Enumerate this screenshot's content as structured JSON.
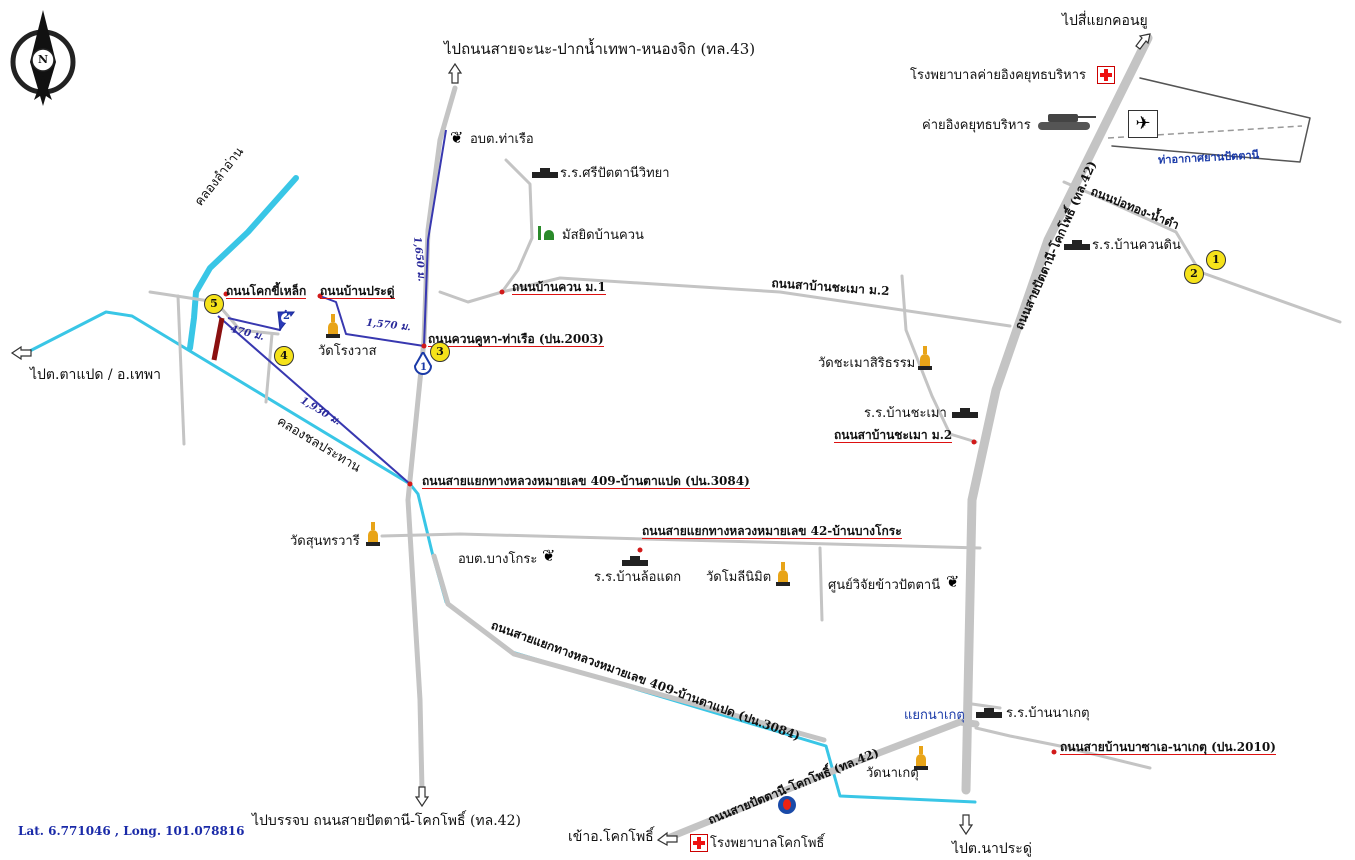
{
  "compass": {
    "letter": "N"
  },
  "destinations": {
    "north_top": "ไปถนนสายจะนะ-ปากน้ำเทพา-หนองจิก (ทล.43)",
    "northeast": "ไปสี่แยกคอนยู",
    "west": "ไปต.ตาแปด / อ.เทพา",
    "south": "ไปบรรจบ ถนนสายปัตตานี-โคกโพธิ์ (ทล.42)",
    "southwest": "เข้าอ.โคกโพธิ์",
    "southeast": "ไปต.นาประดู่"
  },
  "places": {
    "hospital_camp": "โรงพยาบาลค่ายอิงคยุทธบริหาร",
    "camp": "ค่ายอิงคยุทธบริหาร",
    "airport": "ท่าอากาศยานปัตตานี",
    "sao_tharuea": "อบต.ท่าเรือ",
    "school_sri": "ร.ร.ศรีปัตตานีวิทยา",
    "mosque": "มัสยิดบ้านควน",
    "school_kuandin": "ร.ร.บ้านควนดิน",
    "wat_chamao": "วัดชะเมาสิริธรรม",
    "school_chamao": "ร.ร.บ้านชะเมา",
    "wat_rongwat": "วัดโรงวาส",
    "wat_sunthon": "วัดสุนทรวารี",
    "sao_bangkro": "อบต.บางโกระ",
    "school_lodaek": "ร.ร.บ้านล้อแดก",
    "wat_mani": "วัดโมลีนิมิต",
    "rice_center": "ศูนย์วิจัยข้าวปัตตานี",
    "school_naket": "ร.ร.บ้านนาเกตุ",
    "junction_naket": "แยกนาเกตุ",
    "wat_naket": "วัดนาเกตุ",
    "hospital_khokpho": "โรงพยาบาลโคกโพธิ์"
  },
  "roads": {
    "khlong_lam_an": "คลองลำอ่าน",
    "khok_ki_lek": "ถนนโคกขี้เหล็ก",
    "ban_pradu": "ถนนบ้านประดู่",
    "ban_kuan": "ถนนบ้านควน ม.1",
    "ban_chamao_top": "ถนนสาบ้านชะเมา ม.2",
    "ban_chamao_mid": "ถนนสาบ้านชะเมา ม.2",
    "kuan_kuha": "ถนนควนคูหา-ท่าเรือ (ปน.2003)",
    "khlong_chon": "คลองชลประทาน",
    "road_3084": "ถนนสายแยกทางหลวงหมายเลข 409-บ้านตาแปด (ปน.3084)",
    "road_42_bangkro": "ถนนสายแยกทางหลวงหมายเลข 42-บ้านบางโกระ",
    "road_3084_diag": "ถนนสายแยกทางหลวงหมายเลข 409-บ้านตาแปด (ปน.3084)",
    "road_42_main": "ถนนสายปัตตานี-โคกโพธิ์ (ทล.42)",
    "road_42_low": "ถนนสายปัตตานี-โคกโพธิ์ (ทล.42)",
    "bo_thong": "ถนนบ่อทอง-น้ำดำ",
    "road_2010": "ถนนสายบ้านบาซาเอ-นาเกตุ (ปน.2010)"
  },
  "distances": {
    "d1650": "1,650 ม.",
    "d1570": "1,570 ม.",
    "d470": "470 ม.",
    "d1930": "1,930 ม."
  },
  "markers": {
    "m1": "1",
    "m2": "2",
    "m3": "3",
    "m4": "4",
    "m5": "5",
    "e1": "1",
    "e2": "2"
  },
  "coordinates": "Lat. 6.771046 , Long. 101.078816",
  "colors": {
    "road": "#c4c4c4",
    "canal": "#39c6e6",
    "route": "#3838b0",
    "accent_red": "#d11a1a",
    "marker_yellow": "#f5e21a",
    "temple_gold": "#e8a418"
  }
}
